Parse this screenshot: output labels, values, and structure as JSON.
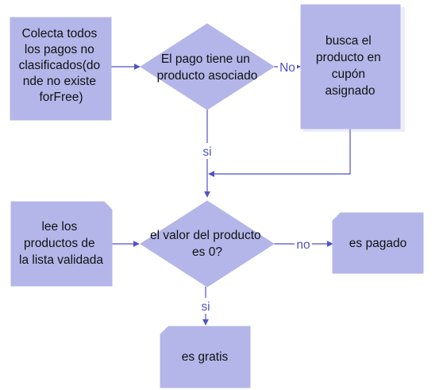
{
  "colors": {
    "node_fill": "#b4b6e9",
    "node_stroke": "#b4b6e9",
    "edge": "#4f52c8",
    "label": "#4f52c8",
    "text": "#111111"
  },
  "nodes": {
    "collect": {
      "lines": [
        "Colecta todos",
        "los pagos no",
        "clasificados(do",
        "nde no existe",
        "forFree)"
      ]
    },
    "decision1": {
      "lines": [
        "El pago tiene un",
        "producto asociado"
      ]
    },
    "search": {
      "lines": [
        "busca el",
        "producto en",
        "cupón",
        "asignado"
      ]
    },
    "read": {
      "lines": [
        "lee los",
        "productos de",
        "la lista validada"
      ]
    },
    "decision2": {
      "lines": [
        "el valor del producto",
        "es 0?"
      ]
    },
    "paid": {
      "lines": [
        "es pagado"
      ]
    },
    "free": {
      "lines": [
        "es gratis"
      ]
    }
  },
  "edges": {
    "d1_no": "No",
    "d1_yes": "si",
    "d2_no": "no",
    "d2_yes": "si"
  }
}
